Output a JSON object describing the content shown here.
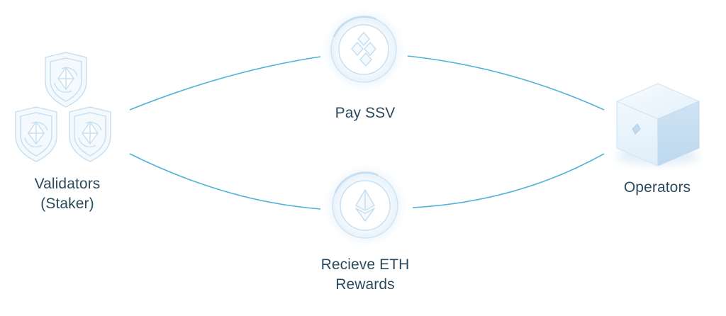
{
  "diagram": {
    "validators": {
      "line1": "Validators",
      "line2": "(Staker)",
      "icon": "shield-ethereum-icon"
    },
    "pay": {
      "label": "Pay SSV",
      "icon": "ssv-token-icon"
    },
    "receive": {
      "line1": "Recieve ETH",
      "line2": "Rewards",
      "icon": "eth-token-icon"
    },
    "operators": {
      "label": "Operators",
      "icon": "operator-cube-icon"
    }
  },
  "colors": {
    "line": "#4fb3d9",
    "icon_stroke": "#c6dff0",
    "icon_fill": "#f3f9fd",
    "text": "#2c4a5e"
  }
}
